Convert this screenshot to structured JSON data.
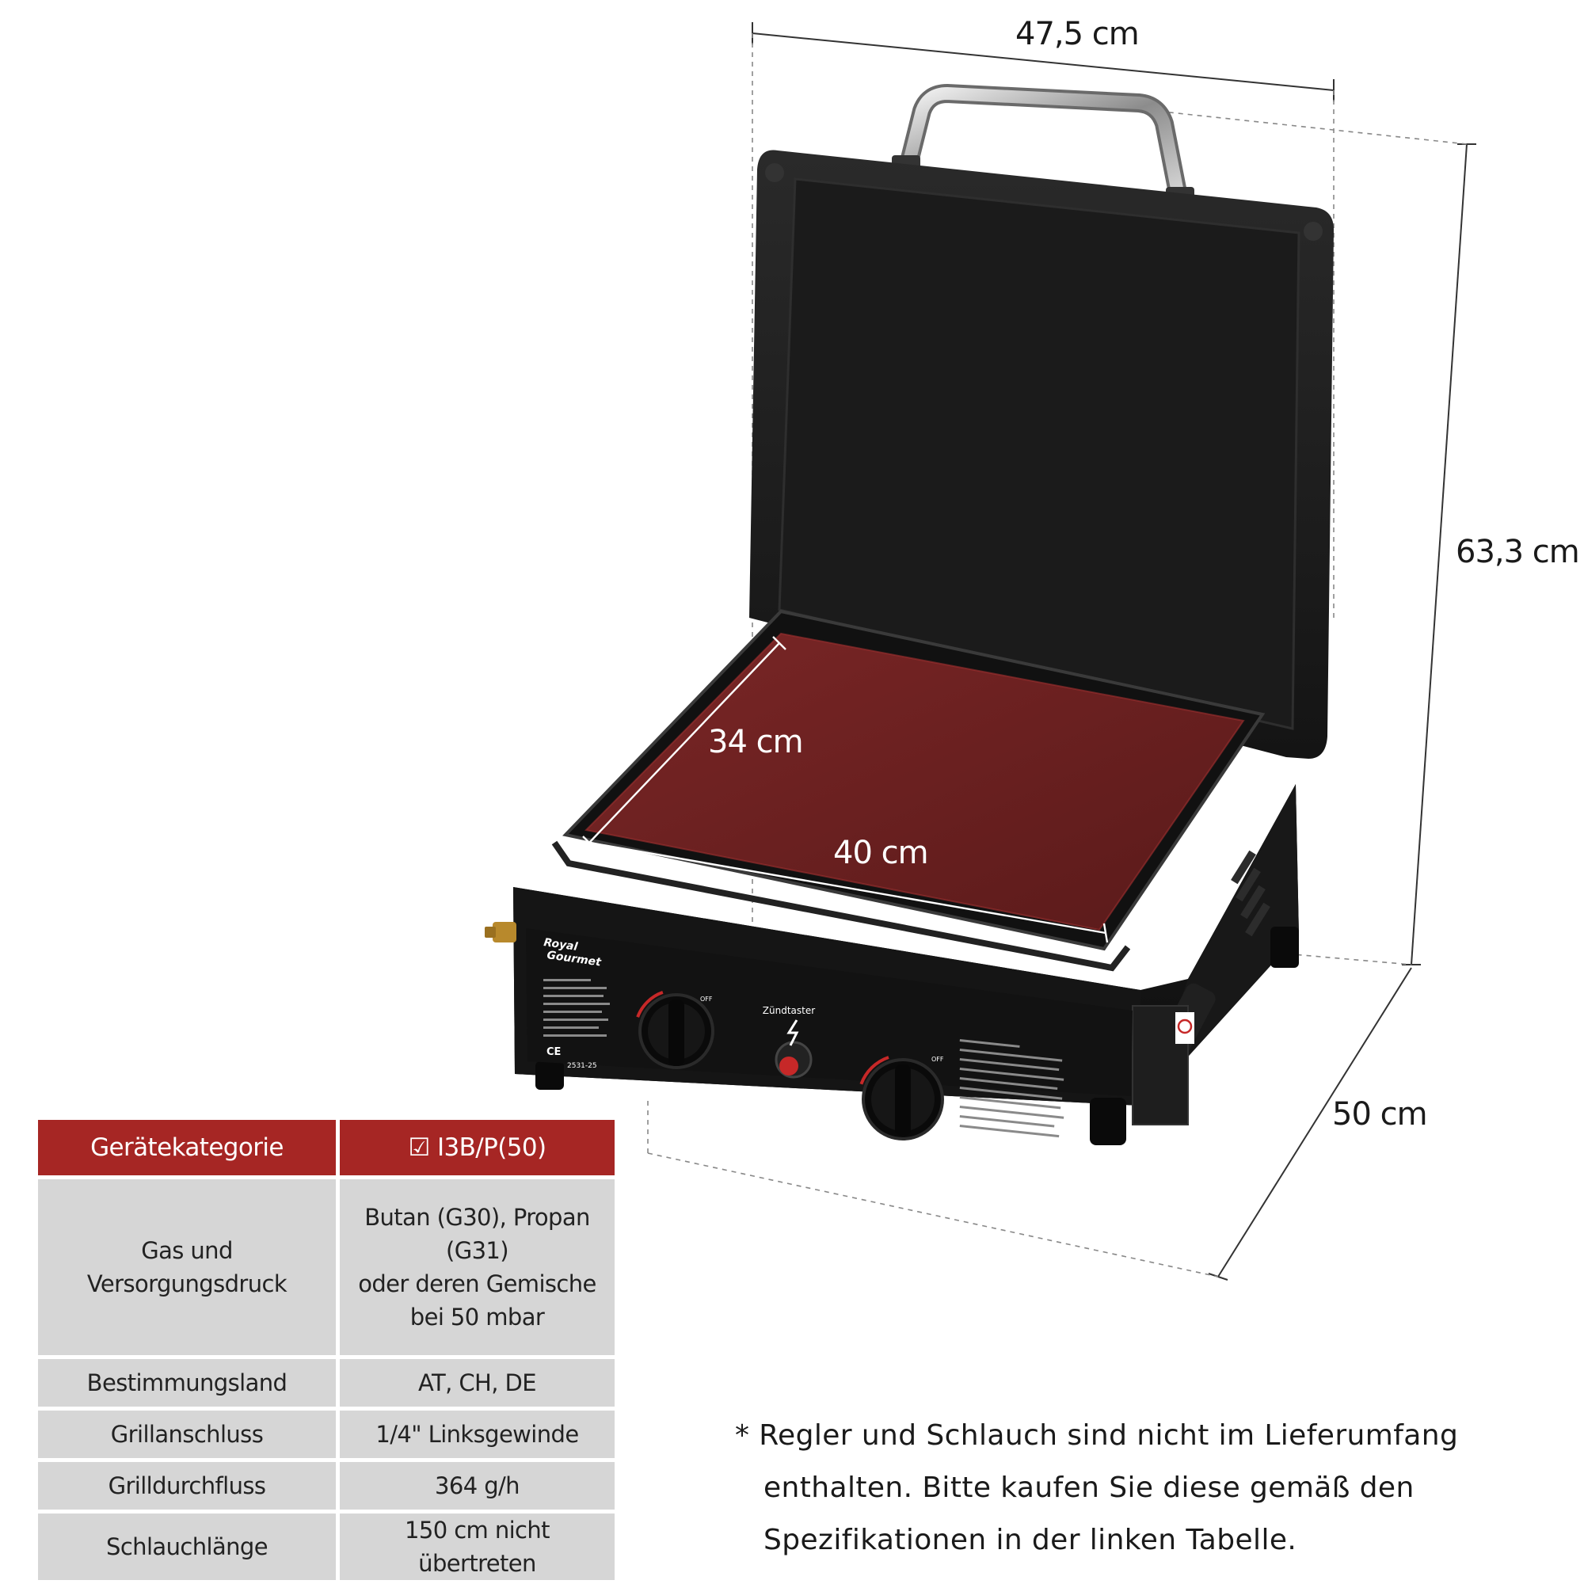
{
  "dimensions": {
    "width": "47,5 cm",
    "height": "63,3 cm",
    "depth": "50 cm",
    "plate_depth": "34 cm",
    "plate_width": "40 cm"
  },
  "product": {
    "brand_line1": "Royal",
    "brand_line2": "Gourmet",
    "ignition_label": "Zündtaster",
    "knob_off_label": "OFF",
    "model_code": "2531-25",
    "ce_mark": "CE"
  },
  "colors": {
    "table_header": "#a62624",
    "table_cell": "#d6d6d6",
    "griddle_surface": "#6a1f1f"
  },
  "spec_table": {
    "header": {
      "label": "Gerätekategorie",
      "value": "☑ I3B/P(50)"
    },
    "rows": [
      {
        "label": "Gas und\nVersorgungsdruck",
        "value": "Butan (G30), Propan (G31)\noder deren Gemische\nbei 50 mbar"
      },
      {
        "label": "Bestimmungsland",
        "value": "AT, CH, DE"
      },
      {
        "label": "Grillanschluss",
        "value": "1/4\" Linksgewinde"
      },
      {
        "label": "Grilldurchfluss",
        "value": "364 g/h"
      },
      {
        "label": "Schlauchlänge",
        "value": "150 cm nicht übertreten"
      }
    ]
  },
  "note": {
    "line1": "* Regler und Schlauch sind nicht im Lieferumfang",
    "line2": "enthalten. Bitte kaufen Sie diese gemäß den",
    "line3": "Spezifikationen in der linken Tabelle."
  }
}
